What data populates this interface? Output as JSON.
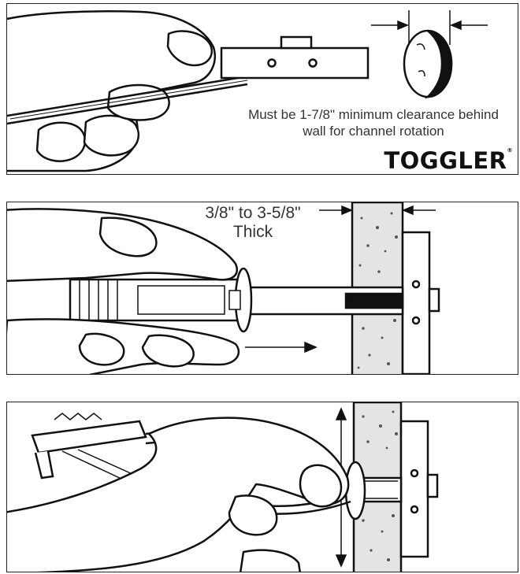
{
  "panels": [
    {
      "id": "step-1",
      "clearance_note": "Must be 1-7/8\" minimum clearance behind wall for channel rotation",
      "brand": "TOGGLER"
    },
    {
      "id": "step-2",
      "thickness_note_line1": "3/8\" to 3-5/8\"",
      "thickness_note_line2": "Thick"
    },
    {
      "id": "step-3"
    }
  ],
  "colors": {
    "line": "#111111",
    "wall_fill": "#e4e4e4",
    "speckle": "#555555"
  }
}
